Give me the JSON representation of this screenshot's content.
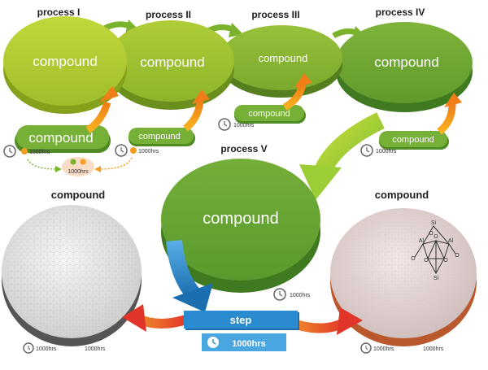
{
  "processes": [
    {
      "title": "process I",
      "label": "compound"
    },
    {
      "title": "process II",
      "label": "compound"
    },
    {
      "title": "process III",
      "label": "compound"
    },
    {
      "title": "process IV",
      "label": "compound"
    },
    {
      "title": "process V",
      "label": "compound"
    }
  ],
  "pills": [
    {
      "label": "compound"
    },
    {
      "label": "compound"
    },
    {
      "label": "compound"
    },
    {
      "label": "compound"
    }
  ],
  "times": {
    "t_1000hrs": "1000hrs",
    "tc_1000hrs": "1000hrs",
    "t1_1000hrs": "1000hrs"
  },
  "disks": {
    "left_title": "compound",
    "right_title": "compound"
  },
  "step": {
    "label": "step",
    "time": "1000hrs"
  },
  "structure_atoms": [
    "Si",
    "Al",
    "Al",
    "Si",
    "O",
    "O",
    "O",
    "O",
    "O",
    "O"
  ],
  "colors": {
    "green_light": "#a9c52f",
    "green_dark": "#5f9e2c",
    "orange": "#f39c1e",
    "red": "#e8412b",
    "blue": "#2a86c9"
  }
}
